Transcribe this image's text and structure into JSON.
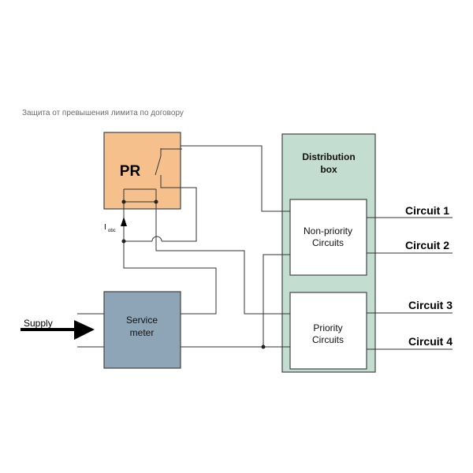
{
  "caption": "Защита от превышения лимита по договору",
  "pr": {
    "label": "PR",
    "fill": "#f5c08c"
  },
  "current": {
    "label": "I",
    "subscript": "obc"
  },
  "service_meter": {
    "line1": "Service",
    "line2": "meter",
    "fill": "#8ea5b8"
  },
  "distribution_box": {
    "line1": "Distribution",
    "line2": "box",
    "fill": "#c3ddd0"
  },
  "non_priority": {
    "line1": "Non-priority",
    "line2": "Circuits"
  },
  "priority": {
    "line1": "Priority",
    "line2": "Circuits"
  },
  "supply": {
    "label": "Supply"
  },
  "circuits": [
    "Circuit 1",
    "Circuit 2",
    "Circuit 3",
    "Circuit 4"
  ]
}
